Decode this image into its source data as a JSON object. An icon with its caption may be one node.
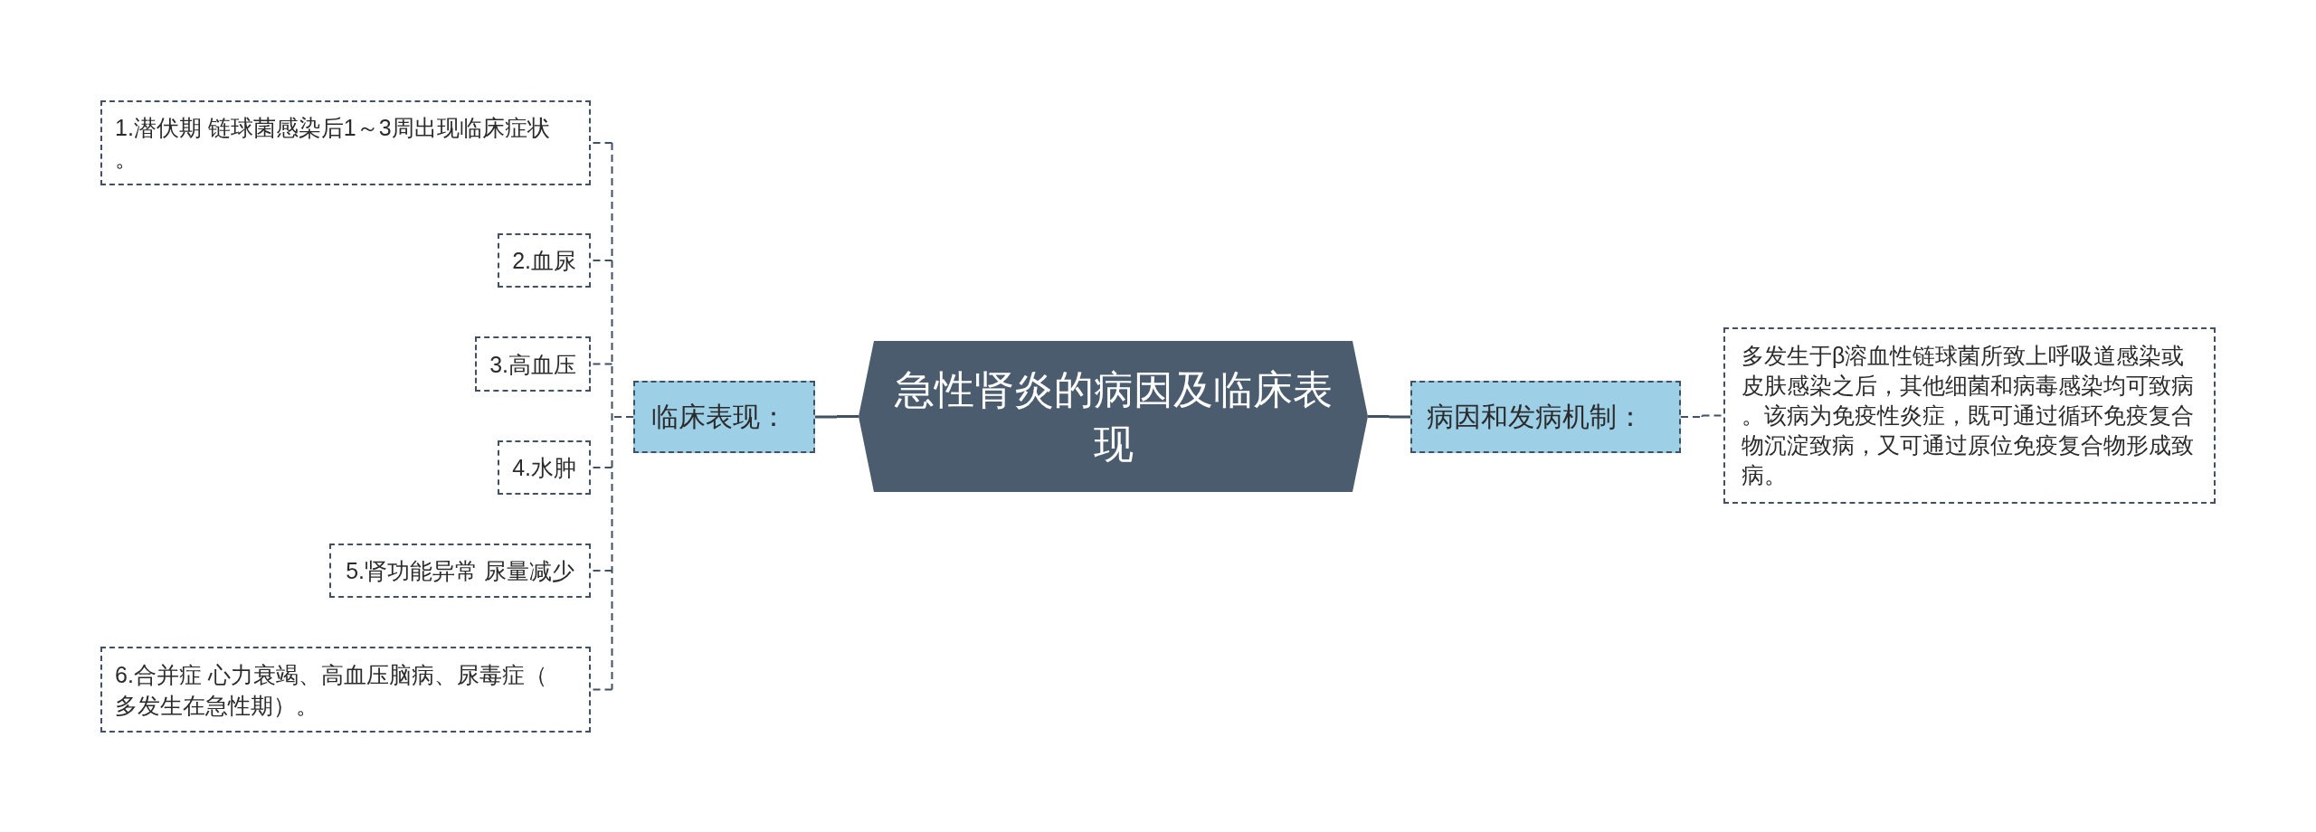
{
  "diagram": {
    "nodes": [
      {
        "text": [
          "急性肾炎的病因及临床表现"
        ]
      },
      {
        "text": [
          "临床表现："
        ]
      },
      {
        "text": [
          "1.潜伏期 链球菌感染后1～3周出现临床症状。"
        ]
      },
      {
        "text": [
          "2.血尿"
        ]
      },
      {
        "text": [
          "3.高血压"
        ]
      },
      {
        "text": [
          "4.水肿"
        ]
      },
      {
        "text": [
          "5.肾功能异常 尿量减少"
        ]
      },
      {
        "text": [
          "6.合并症 心力衰竭、高血压脑病、尿毒症（多发生在急性期）。"
        ]
      },
      {
        "text": [
          "病因和发病机制："
        ]
      },
      {
        "text": [
          "多发生于β溶血性链球菌所致上呼吸道感染或皮肤感染之后，其他细菌和病毒感染均可致病。该病为免疫性炎症，既可通过循环免疫复合物沉淀致病，又可通过原位免疫复合物形成致病。"
        ]
      }
    ],
    "edges": [
      {
        "from": 0,
        "to": 1,
        "arrow": "none"
      },
      {
        "from": 1,
        "to": 2,
        "arrow": "none",
        "style": "dashed"
      },
      {
        "from": 1,
        "to": 3,
        "arrow": "none",
        "style": "dashed"
      },
      {
        "from": 1,
        "to": 4,
        "arrow": "none",
        "style": "dashed"
      },
      {
        "from": 1,
        "to": 5,
        "arrow": "none",
        "style": "dashed"
      },
      {
        "from": 1,
        "to": 6,
        "arrow": "none",
        "style": "dashed"
      },
      {
        "from": 1,
        "to": 7,
        "arrow": "none",
        "style": "dashed"
      },
      {
        "from": 0,
        "to": 8,
        "arrow": "none"
      },
      {
        "from": 8,
        "to": 9,
        "arrow": "none",
        "style": "dashed"
      }
    ]
  }
}
